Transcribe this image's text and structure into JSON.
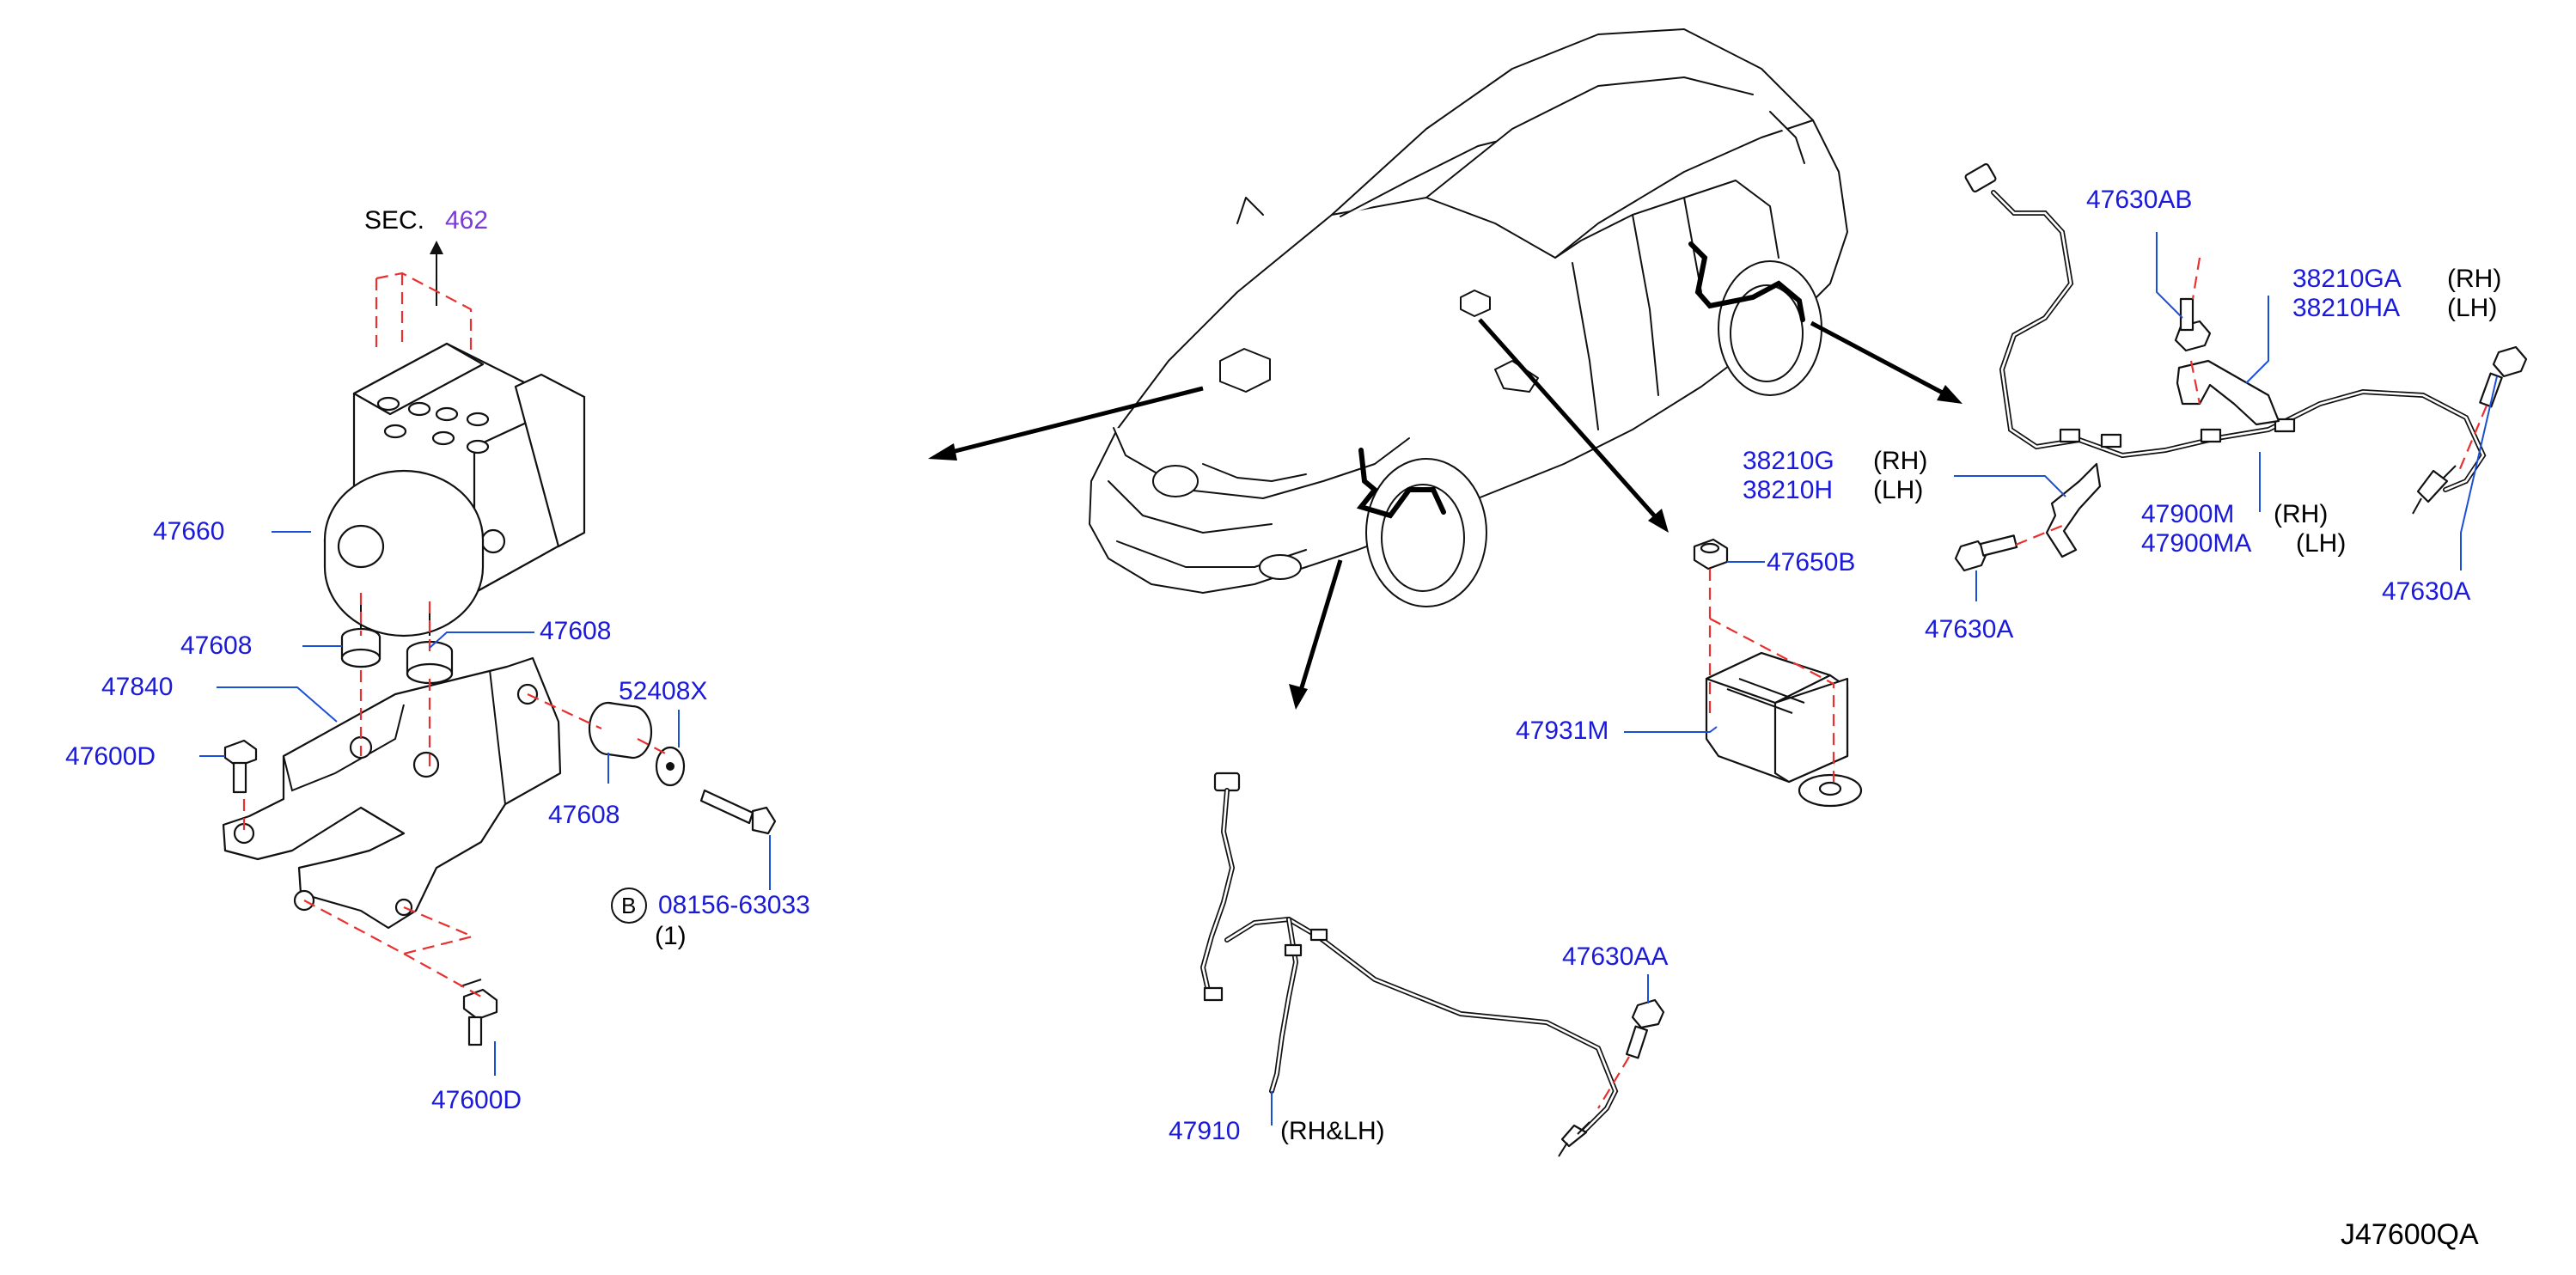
{
  "section_ref": {
    "prefix": "SEC.",
    "number": "462"
  },
  "drawing_id": "J47600QA",
  "circle_b": "B",
  "parts": {
    "p47660": "47660",
    "p47608_a": "47608",
    "p47608_b": "47608",
    "p47608_c": "47608",
    "p47840": "47840",
    "p47600d_a": "47600D",
    "p47600d_b": "47600D",
    "p52408x": "52408X",
    "p08156": "08156-63033",
    "p08156_qty": "(1)",
    "p47910": "47910",
    "p47910_side": "(RH&LH)",
    "p47630aa": "47630AA",
    "p47650b": "47650B",
    "p47931m": "47931M",
    "p38210g": "38210G",
    "p38210g_side": "(RH)",
    "p38210h": "38210H",
    "p38210h_side": "(LH)",
    "p47630a_a": "47630A",
    "p47630ab": "47630AB",
    "p38210ga": "38210GA",
    "p38210ga_side": "(RH)",
    "p38210ha": "38210HA",
    "p38210ha_side": "(LH)",
    "p47900m": "47900M",
    "p47900m_side": "(RH)",
    "p47900ma": "47900MA",
    "p47900ma_side": "(LH)",
    "p47630a_b": "47630A"
  },
  "colors": {
    "part_number": "#1a1ad8",
    "section_number": "#7a3bd6",
    "dash_line": "#e83030",
    "leader_line": "#1a4fd8"
  }
}
